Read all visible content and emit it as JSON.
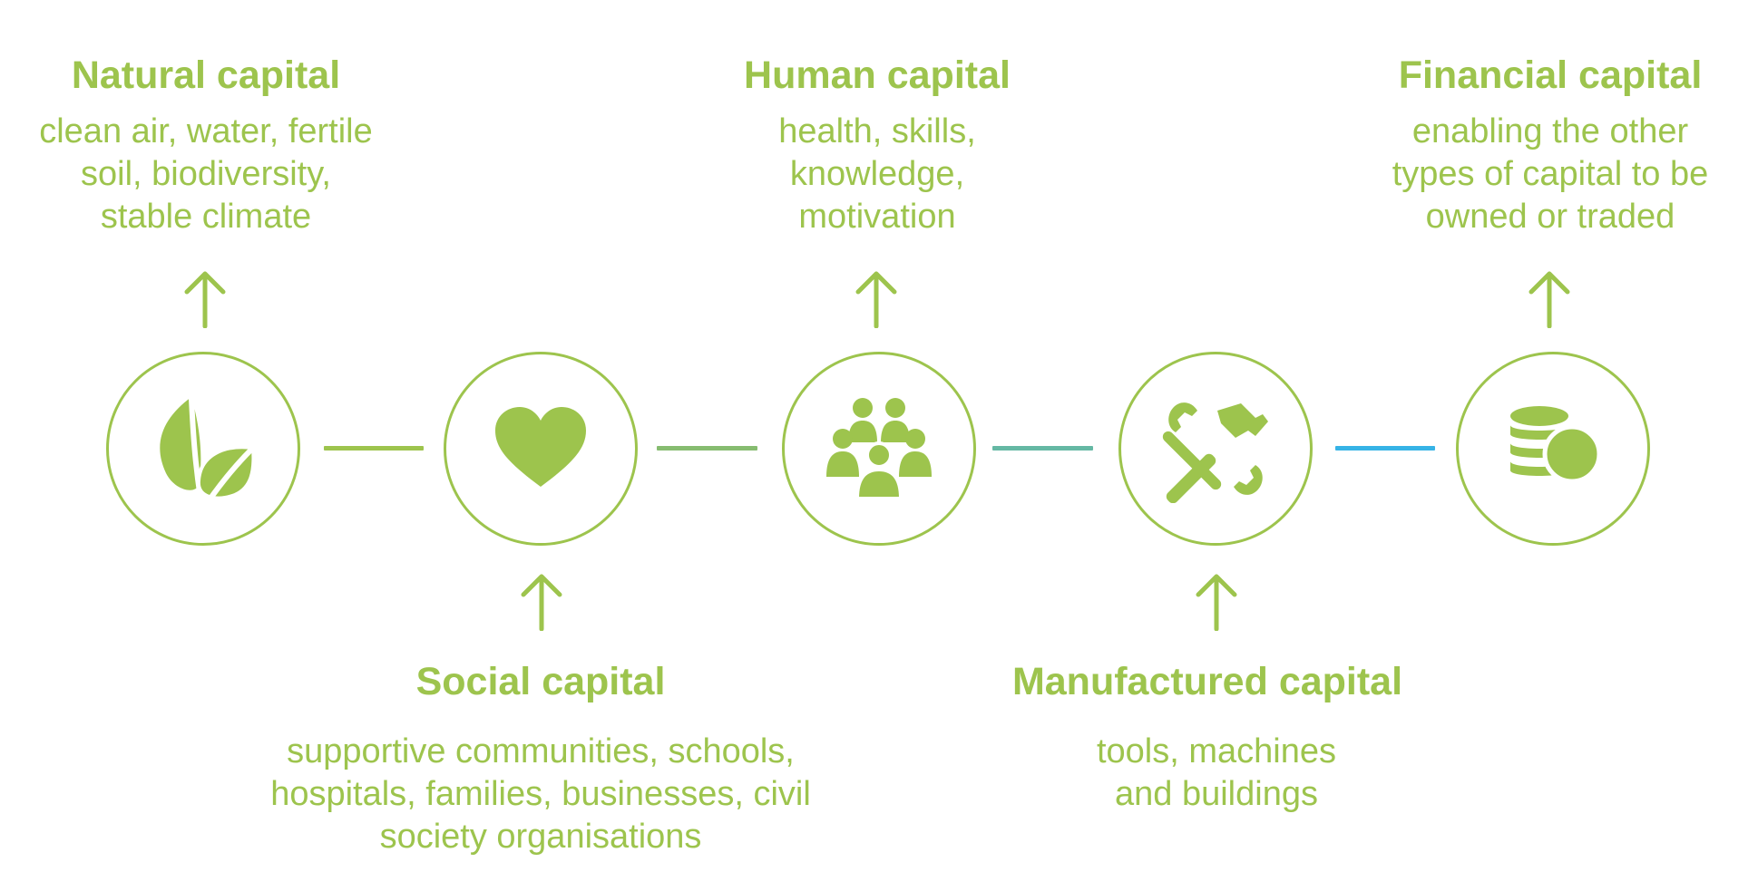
{
  "capitals": [
    {
      "key": "natural",
      "title": "Natural capital",
      "description": "clean air, water, fertile\nsoil, biodiversity,\nstable climate",
      "icon": "leaf-icon"
    },
    {
      "key": "social",
      "title": "Social capital",
      "description": "supportive communities, schools,\nhospitals, families, businesses, civil\nsociety organisations",
      "icon": "heart-icon"
    },
    {
      "key": "human",
      "title": "Human capital",
      "description": "health, skills,\nknowledge,\nmotivation",
      "icon": "people-group-icon"
    },
    {
      "key": "manufactured",
      "title": "Manufactured  capital",
      "description": "tools, machines\nand buildings",
      "icon": "tools-icon"
    },
    {
      "key": "financial",
      "title": "Financial capital",
      "description": "enabling the other\ntypes of capital to be\nowned or traded",
      "icon": "coins-icon"
    }
  ],
  "colors": {
    "primary_green": "#9dc44d",
    "connector_gradient_start": "#9dc44d",
    "connector_gradient_end": "#36b3e6"
  }
}
